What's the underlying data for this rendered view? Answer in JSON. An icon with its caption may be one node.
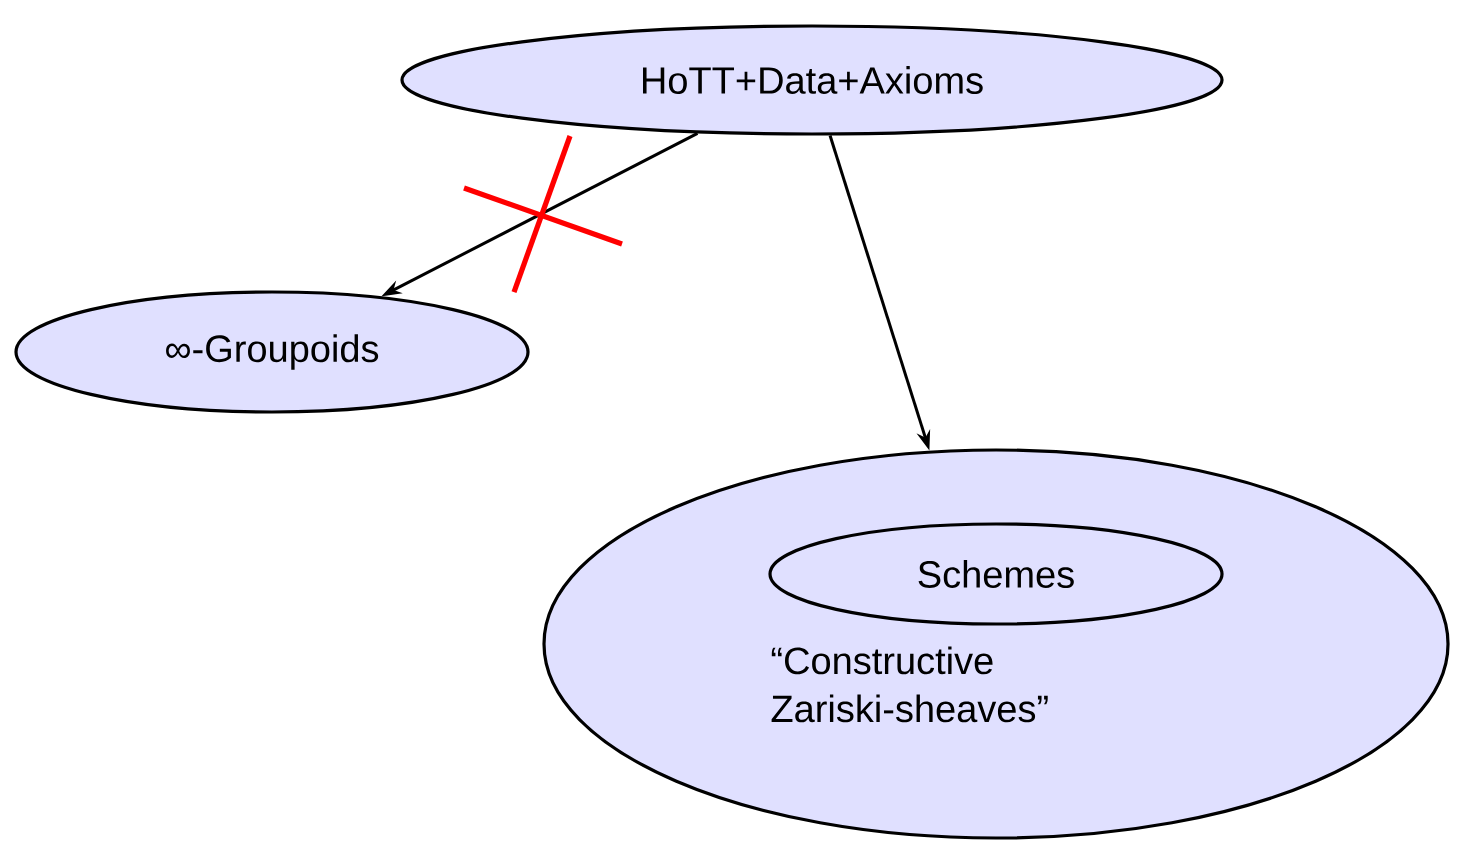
{
  "diagram": {
    "nodes": [
      {
        "text": [
          "HoTT+Data+Axioms"
        ]
      },
      {
        "text": [
          "∞-Groupoids"
        ]
      },
      {
        "text": [
          "“Constructive Zariski-sheaves”"
        ]
      },
      {
        "text": [
          "Schemes"
        ],
        "in": 2
      }
    ],
    "edges": [
      {
        "from": 0,
        "to": 1,
        "arrow": "to"
      },
      {
        "from": 0,
        "to": 2,
        "arrow": "to"
      }
    ]
  }
}
